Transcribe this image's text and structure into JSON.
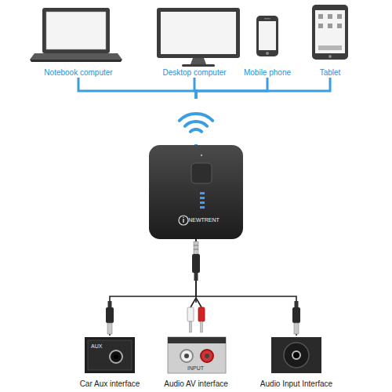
{
  "diagram": {
    "nodes": [
      {
        "text": [
          "Notebook computer"
        ]
      },
      {
        "text": [
          "Desktop computer"
        ]
      },
      {
        "text": [
          "Mobile phone"
        ]
      },
      {
        "text": [
          "Tablet"
        ]
      },
      {
        "text": [
          "NEWTRENT"
        ]
      },
      {
        "text": [
          "Car Aux interface"
        ]
      },
      {
        "text": [
          "Audio AV interface"
        ]
      },
      {
        "text": [
          "Audio Input Interface"
        ]
      }
    ],
    "edges": [
      {
        "from": 0,
        "to": 4,
        "arrow": "none"
      },
      {
        "from": 1,
        "to": 4,
        "arrow": "none"
      },
      {
        "from": 2,
        "to": 4,
        "arrow": "none"
      },
      {
        "from": 3,
        "to": 4,
        "arrow": "none"
      },
      {
        "from": 4,
        "to": 5,
        "arrow": "none"
      },
      {
        "from": 4,
        "to": 6,
        "arrow": "none"
      },
      {
        "from": 4,
        "to": 7,
        "arrow": "none"
      }
    ],
    "labels": [
      "AUX",
      "INPUT"
    ]
  }
}
